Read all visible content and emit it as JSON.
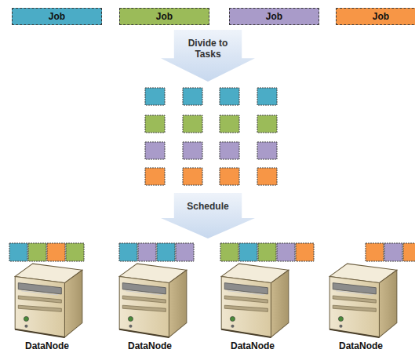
{
  "diagram": {
    "nodes": [
      {
        "text": [
          "Job"
        ]
      },
      {
        "text": [
          "Job"
        ]
      },
      {
        "text": [
          "Job"
        ]
      },
      {
        "text": [
          "Job"
        ]
      },
      {
        "text": [
          "Divide to Tasks"
        ]
      },
      {
        "text": [
          "Schedule"
        ]
      }
    ],
    "labels": [
      "DataNode",
      "DataNode",
      "DataNode",
      "DataNode"
    ]
  }
}
